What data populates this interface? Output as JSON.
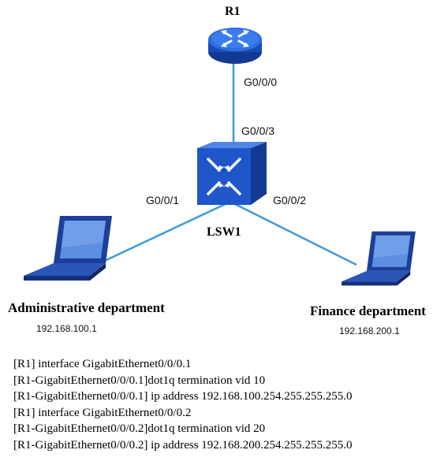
{
  "colors": {
    "link": "#3a9ad9",
    "device_blue": "#1f56c9",
    "device_dark": "#123a94"
  },
  "devices": {
    "router": {
      "name": "R1",
      "icon": "router-icon"
    },
    "switch": {
      "name": "LSW1",
      "icon": "switch-icon"
    },
    "pc_admin": {
      "name": "Administrative department",
      "ip": "192.168.100.1",
      "icon": "laptop-icon"
    },
    "pc_finance": {
      "name": "Finance department",
      "ip": "192.168.200.1",
      "icon": "laptop-icon"
    }
  },
  "ports": {
    "r1_g000": "G0/0/0",
    "sw_g003": "G0/0/3",
    "sw_g001": "G0/0/1",
    "sw_g002": "G0/0/2"
  },
  "config_lines": [
    "[R1] interface GigabitEthernet0/0/0.1",
    "[R1-GigabitEthernet0/0/0.1]dot1q termination vid 10",
    "[R1-GigabitEthernet0/0/0.1] ip address 192.168.100.254.255.255.255.0",
    "[R1] interface GigabitEthernet0/0/0.2",
    "[R1-GigabitEthernet0/0/0.2]dot1q termination vid 20",
    "[R1-GigabitEthernet0/0/0.2] ip address 192.168.200.254.255.255.255.0"
  ]
}
